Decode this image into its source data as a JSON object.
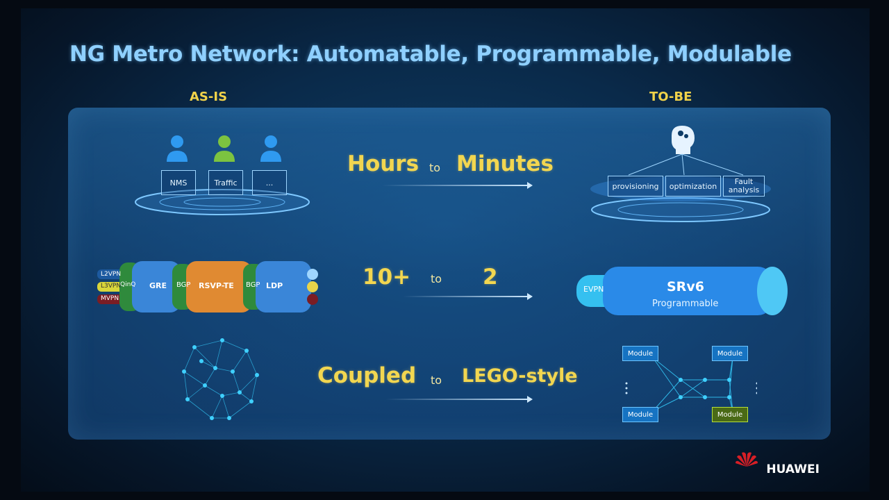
{
  "slide": {
    "title": "NG Metro Network: Automatable, Programmable, Modulable",
    "as_is_label": "AS-IS",
    "to_be_label": "TO-BE"
  },
  "rows": [
    {
      "from": "Hours",
      "to_word": "to",
      "to": "Minutes"
    },
    {
      "from": "10+",
      "to_word": "to",
      "to": "2"
    },
    {
      "from": "Coupled",
      "to_word": "to",
      "to": "LEGO-style"
    }
  ],
  "as_is": {
    "management": [
      "NMS",
      "Traffic",
      "..."
    ],
    "protocols": [
      "L2VPN",
      "L3VPN",
      "MVPN",
      "QinQ",
      "GRE",
      "BGP",
      "RSVP-TE",
      "BGP",
      "LDP"
    ]
  },
  "to_be": {
    "apps": [
      "provisioning",
      "optimization",
      "Fault analysis"
    ],
    "evpn": "EVPN",
    "srv6": "SRv6",
    "srv6_sub": "Programmable",
    "modules": [
      "Module",
      "Module",
      "Module",
      "Module"
    ]
  },
  "brand": {
    "name": "HUAWEI"
  },
  "colors": {
    "title": "#8fd0ff",
    "accent": "#f2d650",
    "huawei_red": "#d71f26"
  }
}
